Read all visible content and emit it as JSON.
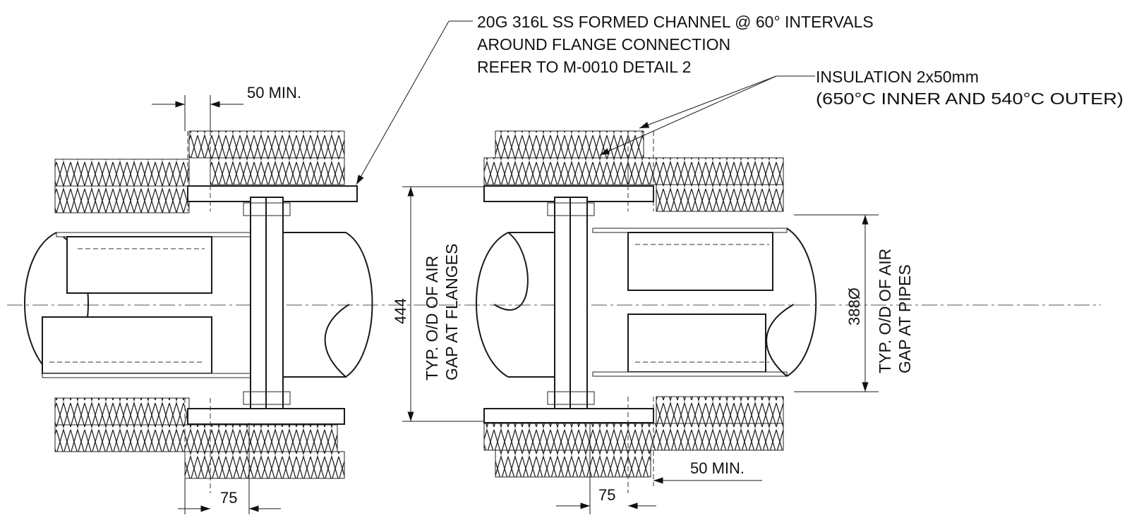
{
  "annotations": {
    "channel_note": [
      "20G 316L SS FORMED CHANNEL @ 60° INTERVALS",
      "AROUND FLANGE CONNECTION",
      "REFER TO M-0010 DETAIL 2"
    ],
    "insulation_note": [
      "INSULATION 2x50mm",
      "(650°C INNER AND 540°C OUTER)"
    ]
  },
  "dimensions": {
    "left_overlap": "50 MIN.",
    "right_overlap": "50 MIN.",
    "left_gap": "75",
    "right_gap": "75",
    "flange_od": "444",
    "flange_label": [
      "TYP. O/D OF AIR",
      "GAP AT FLANGES"
    ],
    "pipe_od": "388Ø",
    "pipe_label": [
      "TYP. O/D OF AIR",
      "GAP AT PIPES"
    ]
  }
}
